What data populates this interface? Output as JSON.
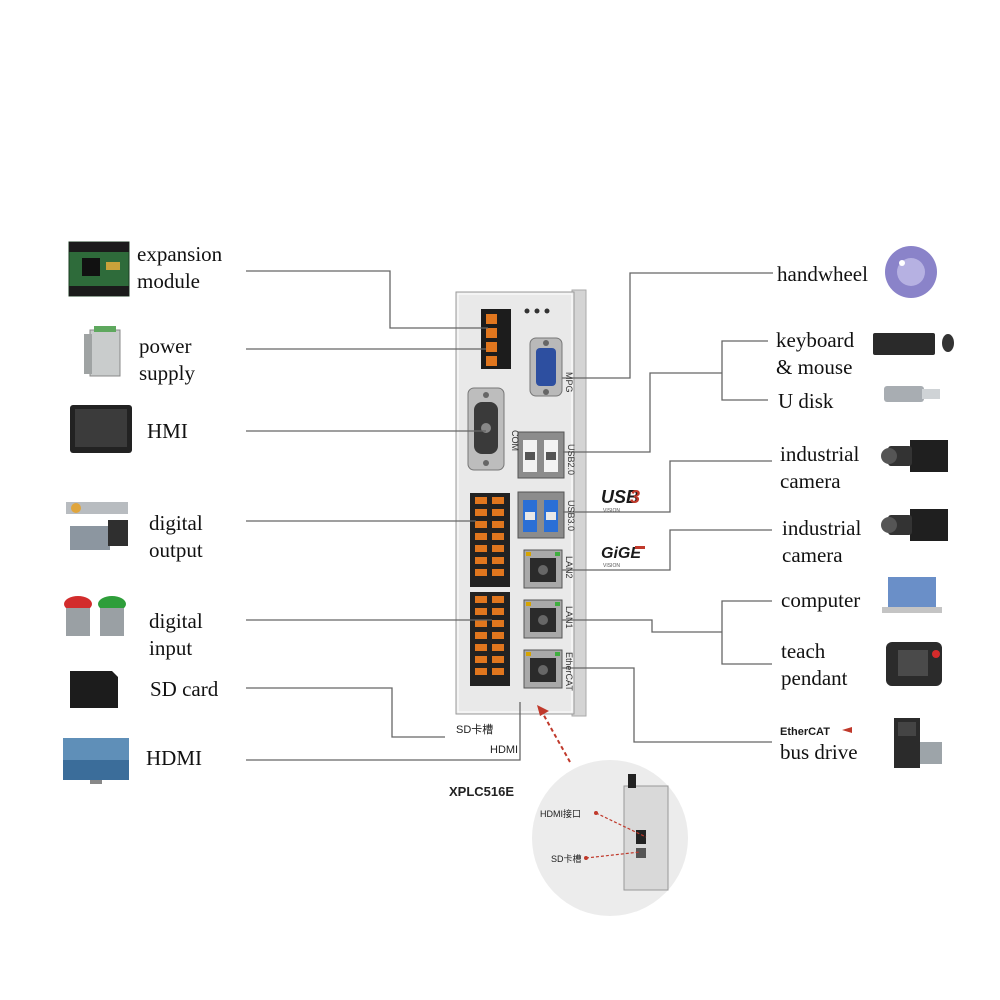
{
  "left_labels": {
    "expansion_module": "expansion\nmodule",
    "power_supply": "power\nsupply",
    "hmi": "HMI",
    "digital_output": "digital\noutput",
    "digital_input": "digital\ninput",
    "sd_card": "SD card",
    "hdmi": "HDMI"
  },
  "right_labels": {
    "handwheel": "handwheel",
    "keyboard_mouse": "keyboard\n& mouse",
    "u_disk": "U disk",
    "industrial_camera_usb": "industrial\ncamera",
    "industrial_camera_gige": "industrial\ncamera",
    "computer": "computer",
    "teach_pendant": "teach\npendant",
    "bus_drive": "bus drive"
  },
  "device": {
    "model": "XPLC516E",
    "sd_slot_label": "SD卡槽",
    "hdmi_label": "HDMI",
    "ports": {
      "com": "COM",
      "mpg": "MPG",
      "usb2": "USB2.0",
      "usb3": "USB3.0",
      "lan2": "LAN2",
      "lan1": "LAN1",
      "ethercat": "EtherCAT"
    }
  },
  "logos": {
    "usb3": "USB",
    "usb3_digit": "3",
    "usb3_sub": "VISION",
    "gige": "GiGE",
    "gige_sub": "VISION",
    "ethercat": "EtherCAT"
  },
  "callout": {
    "hdmi_port": "HDMI接口",
    "sd_slot": "SD卡槽"
  },
  "colors": {
    "line": "#666666",
    "accent_red": "#c0392b",
    "terminal_orange": "#e0761e",
    "usb3_blue": "#2a6fd6"
  }
}
